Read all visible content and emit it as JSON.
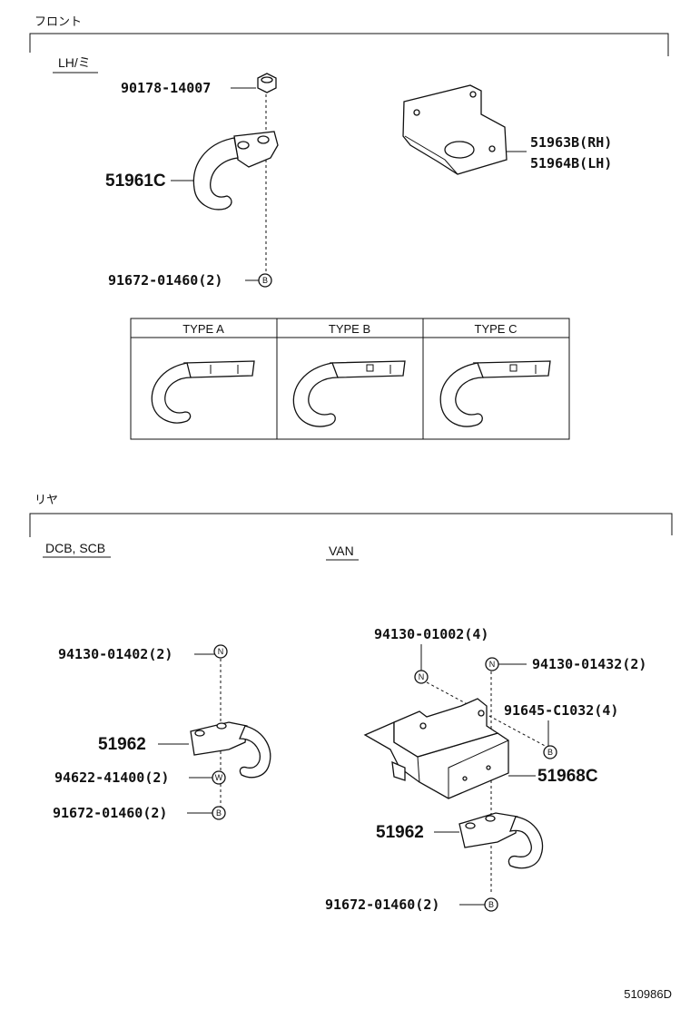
{
  "front": {
    "heading": "フロント",
    "variant": "LH/ミ",
    "parts": {
      "bolt": "90178-14007",
      "hook": "51961C",
      "bracket_rh": "51963B(RH)",
      "bracket_lh": "51964B(LH)",
      "nut": "91672-01460(2)"
    },
    "types": [
      "TYPE A",
      "TYPE B",
      "TYPE C"
    ]
  },
  "rear": {
    "heading": "リヤ",
    "left_variant": "DCB, SCB",
    "right_variant": "VAN",
    "left_parts": {
      "nut_n": "94130-01402(2)",
      "hook": "51962",
      "washer": "94622-41400(2)",
      "bolt_b": "91672-01460(2)"
    },
    "right_parts": {
      "nut_n1": "94130-01002(4)",
      "nut_n2": "94130-01432(2)",
      "bolt_b1": "91645-C1032(4)",
      "bracket": "51968C",
      "hook": "51962",
      "bolt_b2": "91672-01460(2)"
    },
    "callouts": {
      "n": "N",
      "b": "B",
      "w": "W"
    }
  },
  "diagram_code": "510986D"
}
